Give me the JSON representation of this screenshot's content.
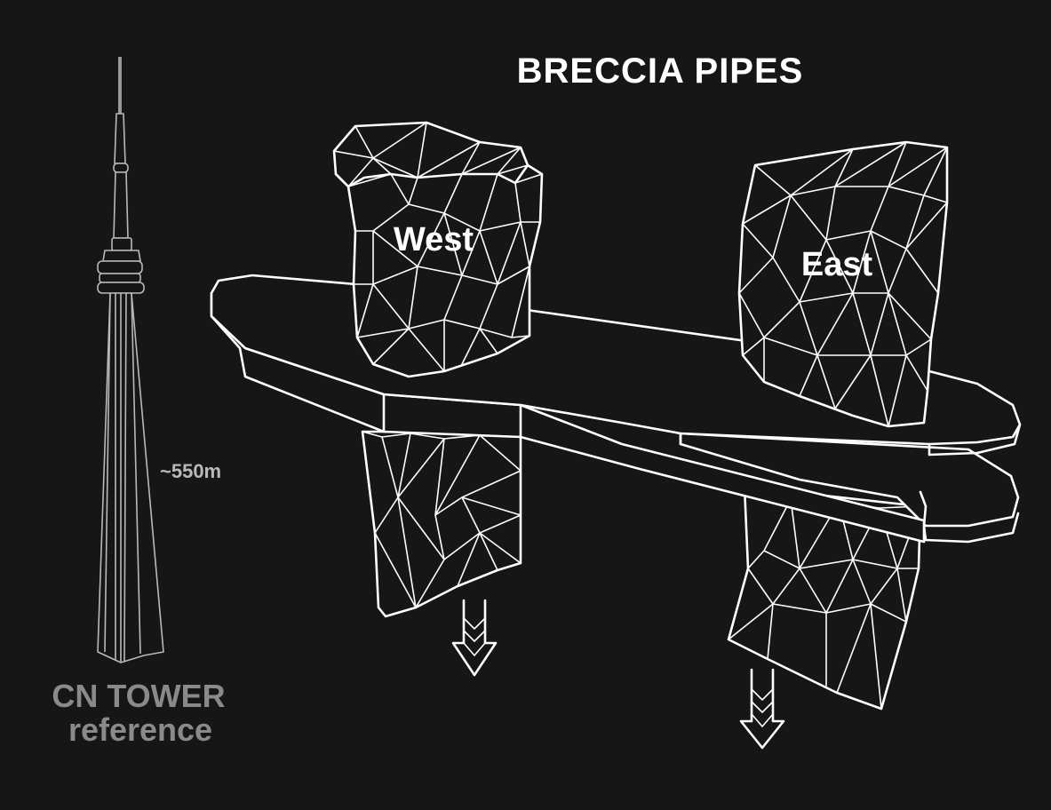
{
  "title": "BRECCIA PIPES",
  "pipes": {
    "west": "West",
    "east": "East"
  },
  "reference": {
    "height": "~550m",
    "name_line1": "CN TOWER",
    "name_line2": "reference"
  },
  "colors": {
    "background": "#161616",
    "line": "#ffffff",
    "reference_line": "#b9b9b9",
    "reference_text": "#8a8a8a"
  },
  "icons": {
    "downward": "triple-chevron-down-arrow-icon"
  }
}
